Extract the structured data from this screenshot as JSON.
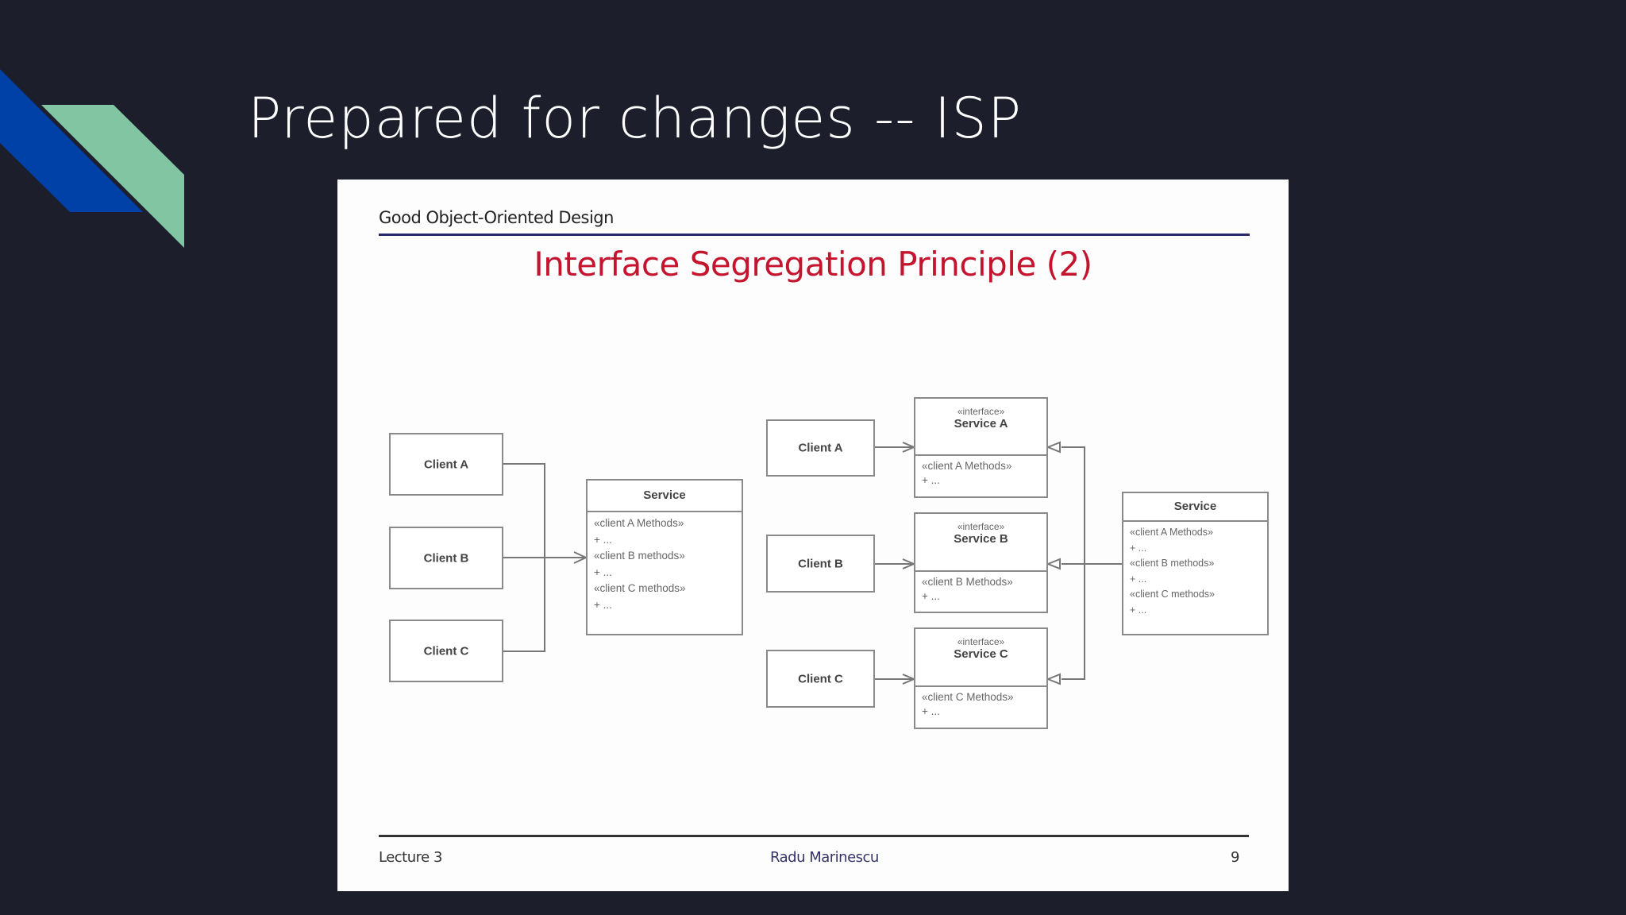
{
  "presentation": {
    "title": "Prepared for changes -- ISP",
    "colors": {
      "background": "#1c1f2b",
      "accent_blue": "#0041a8",
      "accent_green": "#82c5a3",
      "slide_title_red": "#c4142e"
    }
  },
  "embedded_slide": {
    "header": "Good Object-Oriented Design",
    "title": "Interface Segregation Principle (2)",
    "left_diagram": {
      "clients": [
        "Client A",
        "Client B",
        "Client C"
      ],
      "service": {
        "name": "Service",
        "members": [
          "«client A Methods»",
          "+ ...",
          "«client B methods»",
          "+ ...",
          "«client C methods»",
          "+ ..."
        ]
      }
    },
    "right_diagram": {
      "clients": [
        "Client A",
        "Client B",
        "Client C"
      ],
      "interfaces": [
        {
          "stereotype": "«interface»",
          "name": "Service A",
          "members": [
            "«client A Methods»",
            "+ ..."
          ]
        },
        {
          "stereotype": "«interface»",
          "name": "Service B",
          "members": [
            "«client B Methods»",
            "+ ..."
          ]
        },
        {
          "stereotype": "«interface»",
          "name": "Service C",
          "members": [
            "«client C Methods»",
            "+ ..."
          ]
        }
      ],
      "service": {
        "name": "Service",
        "members": [
          "«client A Methods»",
          "+ ...",
          "«client B methods»",
          "+ ...",
          "«client C methods»",
          "+ ..."
        ]
      }
    },
    "footer": {
      "left": "Lecture 3",
      "center": "Radu Marinescu",
      "page": "9"
    }
  }
}
